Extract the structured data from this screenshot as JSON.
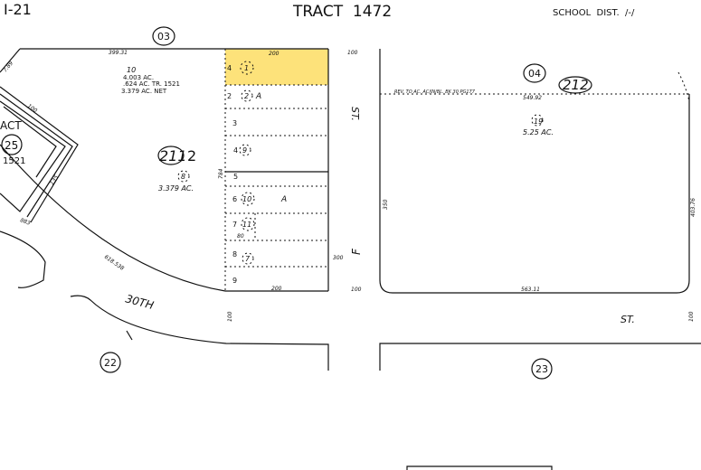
{
  "header": {
    "page_ref": "I-21",
    "title": "TRACT  1472",
    "school_district": "SCHOOL  DIST.  /-/"
  },
  "highlight_color": "#fde27a",
  "blocks": {
    "book_03": "03",
    "book_04": "04",
    "block_211": "211",
    "block_211_suffix": "2",
    "block_212": "212",
    "tract_label": "ACT",
    "tract_25": "25",
    "tract_25_no": "1521",
    "ref_22": "22",
    "ref_23": "23"
  },
  "parcels": {
    "p10": {
      "num": "10",
      "area1": "4.003 AC.",
      "area2": ".624 AC. TR. 1521",
      "area3": "3.379 AC. NET"
    },
    "p8": {
      "num": "8",
      "area": "3.379 AC."
    },
    "p19": {
      "num": "19",
      "area": "5.25 AC."
    },
    "lots": [
      {
        "lot": "4",
        "parcel": "1"
      },
      {
        "lot": "2",
        "parcel": "2",
        "extra": "A"
      },
      {
        "lot": "3",
        "parcel": ""
      },
      {
        "lot": "4",
        "parcel": "9"
      },
      {
        "lot": "5",
        "parcel": ""
      },
      {
        "lot": "6",
        "parcel": "10",
        "extra": "A"
      },
      {
        "lot": "7",
        "parcel": "11",
        "extra": "80"
      },
      {
        "lot": "8",
        "parcel": "7"
      },
      {
        "lot": "9",
        "parcel": ""
      }
    ]
  },
  "dimensions": {
    "top_left": "399.31",
    "top_block": "200",
    "bottom_block": "200",
    "right_100a": "100",
    "right_100b": "100",
    "left_edge": "784",
    "curve": "618.538",
    "diag_a": "7.89",
    "diag_b": "100",
    "diag_c": "135",
    "diag_d": "883",
    "e_top": "549.92",
    "e_bottom": "563.11",
    "e_left": "350",
    "e_right": "403.76",
    "e_100": "100",
    "left_100": "100",
    "mid_300": "300"
  },
  "notes": {
    "rev": "REV. TO AC. AC/IN/BL. BK 30 PG177"
  },
  "streets": {
    "f_st": "F",
    "st": "ST.",
    "st2": "ST.",
    "thirtieth": "30TH"
  }
}
